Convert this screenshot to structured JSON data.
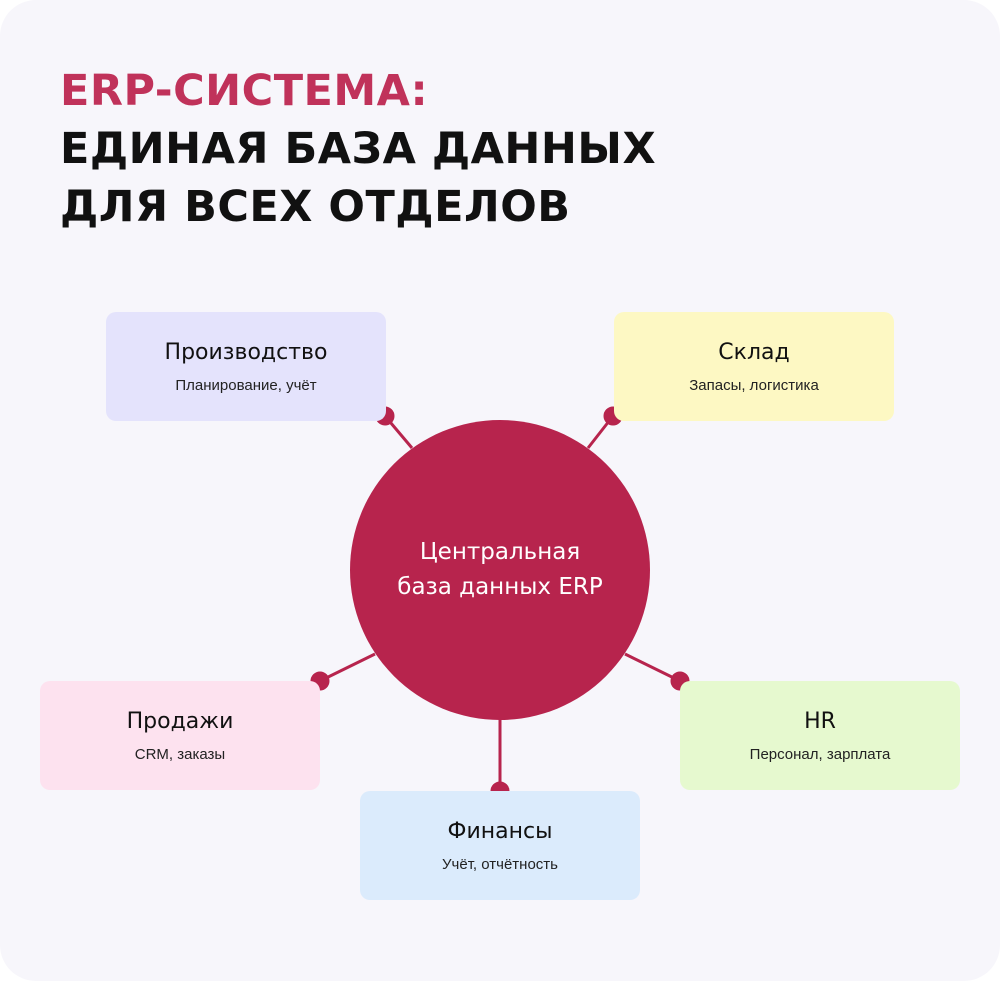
{
  "title": {
    "line1": "ERP-система:",
    "line2": "Единая база данных",
    "line3": "для всех отделов"
  },
  "center": {
    "label": "Центральная база данных ERP"
  },
  "colors": {
    "accent": "#b7244d",
    "title_accent": "#c0325a",
    "background": "#f7f6fb"
  },
  "departments": [
    {
      "name": "Производство",
      "sub": "Планирование, учёт",
      "color": "#e4e3fc"
    },
    {
      "name": "Склад",
      "sub": "Запасы, логистика",
      "color": "#fdf8c3"
    },
    {
      "name": "Продажи",
      "sub": "CRM, заказы",
      "color": "#fde2ef"
    },
    {
      "name": "HR",
      "sub": "Персонал, зарплата",
      "color": "#e6f9cf"
    },
    {
      "name": "Финансы",
      "sub": "Учёт, отчётность",
      "color": "#dbebfc"
    }
  ]
}
